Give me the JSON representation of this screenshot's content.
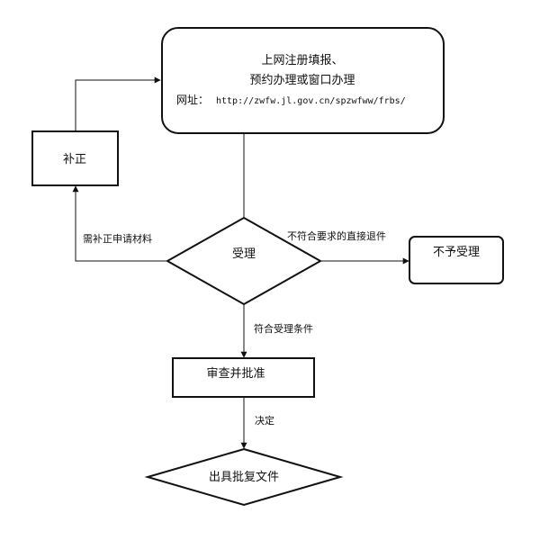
{
  "nodes": {
    "register": {
      "line1": "上网注册填报、",
      "line2": "预约办理或窗口办理",
      "url_label": "网址：",
      "url": "http://zwfw.jl.gov.cn/spzwfww/frbs/"
    },
    "correction": {
      "label": "补正"
    },
    "accept": {
      "label": "受理"
    },
    "reject": {
      "label": "不予受理"
    },
    "review": {
      "label": "审查并批准"
    },
    "issue": {
      "label": "出具批复文件"
    }
  },
  "edges": {
    "need_correction": "需补正申请材料",
    "not_compliant": "不符合要求的直接退件",
    "compliant": "符合受理条件",
    "decision": "决定"
  }
}
